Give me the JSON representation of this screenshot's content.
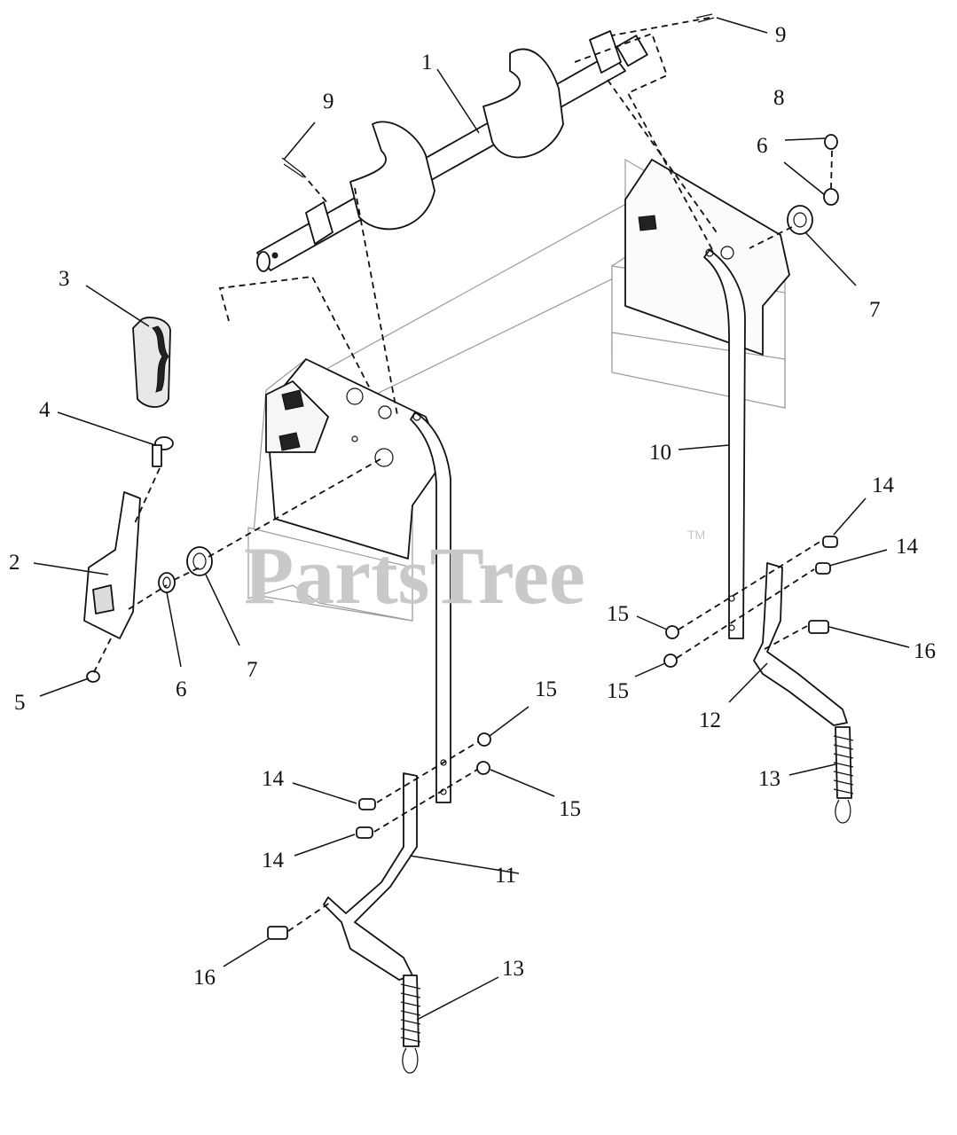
{
  "watermark": {
    "text": "PartsTree",
    "mark": "TM"
  },
  "callouts": [
    {
      "id": "c1",
      "label": "1"
    },
    {
      "id": "c2",
      "label": "2"
    },
    {
      "id": "c3",
      "label": "3"
    },
    {
      "id": "c4",
      "label": "4"
    },
    {
      "id": "c5",
      "label": "5"
    },
    {
      "id": "c6a",
      "label": "6"
    },
    {
      "id": "c6b",
      "label": "6"
    },
    {
      "id": "c7a",
      "label": "7"
    },
    {
      "id": "c7b",
      "label": "7"
    },
    {
      "id": "c8",
      "label": "8"
    },
    {
      "id": "c9a",
      "label": "9"
    },
    {
      "id": "c9b",
      "label": "9"
    },
    {
      "id": "c10",
      "label": "10"
    },
    {
      "id": "c11",
      "label": "11"
    },
    {
      "id": "c12",
      "label": "12"
    },
    {
      "id": "c13a",
      "label": "13"
    },
    {
      "id": "c13b",
      "label": "13"
    },
    {
      "id": "c14a",
      "label": "14"
    },
    {
      "id": "c14b",
      "label": "14"
    },
    {
      "id": "c14c",
      "label": "14"
    },
    {
      "id": "c14d",
      "label": "14"
    },
    {
      "id": "c15a",
      "label": "15"
    },
    {
      "id": "c15b",
      "label": "15"
    },
    {
      "id": "c15c",
      "label": "15"
    },
    {
      "id": "c15d",
      "label": "15"
    },
    {
      "id": "c16a",
      "label": "16"
    },
    {
      "id": "c16b",
      "label": "16"
    }
  ]
}
